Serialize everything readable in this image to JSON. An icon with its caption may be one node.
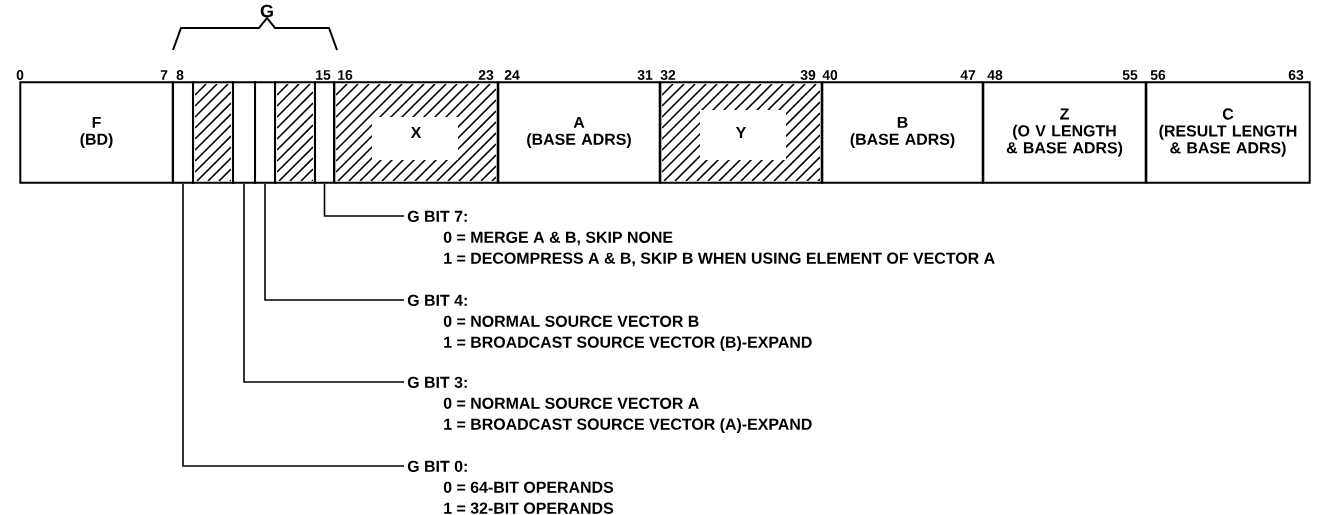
{
  "diagram": {
    "nodes": [
      {
        "text": [
          "F",
          "(BD)"
        ]
      },
      {
        "text": [],
        "shape": "box"
      },
      {
        "text": [],
        "shape": "box"
      },
      {
        "text": [],
        "shape": "box"
      },
      {
        "text": [],
        "shape": "box"
      },
      {
        "text": [],
        "shape": "box"
      },
      {
        "text": [],
        "shape": "box"
      },
      {
        "text": [
          "X"
        ]
      },
      {
        "text": [
          "A",
          "(BASE ADRS)"
        ]
      },
      {
        "text": [
          "Y"
        ]
      },
      {
        "text": [
          "B",
          "(BASE ADRS)"
        ]
      },
      {
        "text": [
          "Z",
          "(O V LENGTH & BASE ADRS)"
        ]
      },
      {
        "text": [
          "C",
          "(RESULT LENGTH & BASE ADRS)"
        ]
      },
      {
        "text": [
          "G BIT 7:",
          "0 = MERGE A & B, SKIP NONE",
          "1 = DECOMPRESS A & B, SKIP B WHEN USING ELEMENT OF VECTOR A"
        ]
      },
      {
        "text": [
          "G BIT 4:",
          "0 = NORMAL SOURCE VECTOR B",
          "1 = BROADCAST SOURCE VECTOR (B)-EXPAND"
        ]
      },
      {
        "text": [
          "G BIT 3:",
          "0 = NORMAL SOURCE VECTOR A",
          "1 = BROADCAST SOURCE VECTOR (A)-EXPAND"
        ]
      },
      {
        "text": [
          "G BIT 0:",
          "0 = 64-BIT OPERANDS",
          "1 = 32-BIT OPERANDS"
        ]
      }
    ],
    "edges": [
      {
        "from": 13,
        "to": 6,
        "arrow": "none"
      },
      {
        "from": 14,
        "to": 4,
        "arrow": "none"
      },
      {
        "from": 15,
        "to": 3,
        "arrow": "none"
      },
      {
        "from": 16,
        "to": 1,
        "arrow": "none"
      }
    ],
    "labels": [
      "G",
      "0",
      "7",
      "8",
      "15",
      "16",
      "23",
      "24",
      "31",
      "32",
      "39",
      "40",
      "47",
      "48",
      "55",
      "56",
      "63"
    ]
  }
}
